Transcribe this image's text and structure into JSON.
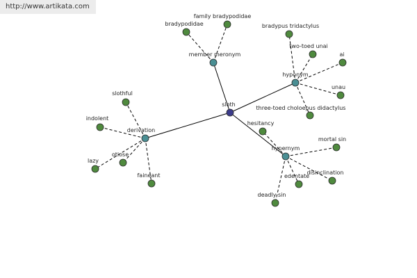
{
  "source_url": "http://www.artikata.com",
  "colors": {
    "center": "#3b3b8a",
    "relation": "#4a8f94",
    "word": "#4f8a3e",
    "edge": "#000000"
  },
  "graph": {
    "center": {
      "label": "sloth"
    },
    "relations": [
      {
        "key": "member",
        "label": "member meronym",
        "words": [
          "bradypodidae",
          "family bradypodidae"
        ]
      },
      {
        "key": "hyponym",
        "label": "hyponym",
        "words": [
          "bradypus tridactylus",
          "two-toed unai",
          "ai",
          "unau",
          "three-toed choloepus didactylus"
        ]
      },
      {
        "key": "hypernym",
        "label": "hypernym",
        "words": [
          "hesitancy",
          "mortal sin",
          "disinclination",
          "edentate",
          "deadly sin"
        ]
      },
      {
        "key": "derivation",
        "label": "derivation",
        "words": [
          "slothful",
          "indolent",
          "otiose",
          "lazy",
          "faineant"
        ]
      }
    ]
  }
}
